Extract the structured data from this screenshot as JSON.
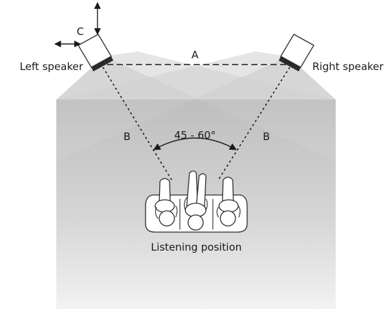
{
  "labels": {
    "left_speaker": "Left speaker",
    "right_speaker": "Right speaker",
    "distance_between_speakers": "A",
    "distance_to_listener_left": "B",
    "distance_to_listener_right": "B",
    "angle": "45 - 60°",
    "wall_clearance": "C",
    "listening_position": "Listening position"
  },
  "icons": {
    "left_speaker": "speaker-icon",
    "right_speaker": "speaker-icon",
    "sofa": "sofa-with-listeners-icon",
    "clearance_arrows": "double-arrow-icon"
  }
}
